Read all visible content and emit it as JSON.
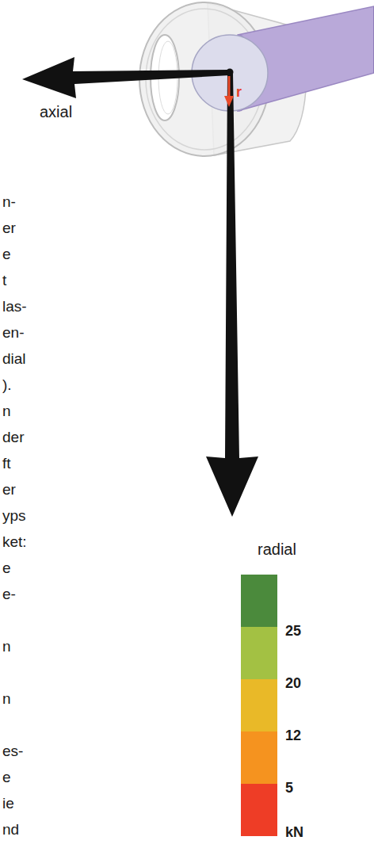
{
  "diagram": {
    "labels": [
      "axial",
      "r",
      "n-",
      "er",
      "e",
      "t",
      "las-",
      "en-",
      "dial",
      ").",
      "n",
      "der",
      "ft",
      "er",
      "yps",
      "ket:",
      "e",
      "e-",
      "n",
      "n",
      "es-",
      "e",
      "ie",
      "nd",
      "radial",
      "25",
      "20",
      "12",
      "5",
      "kN"
    ]
  }
}
